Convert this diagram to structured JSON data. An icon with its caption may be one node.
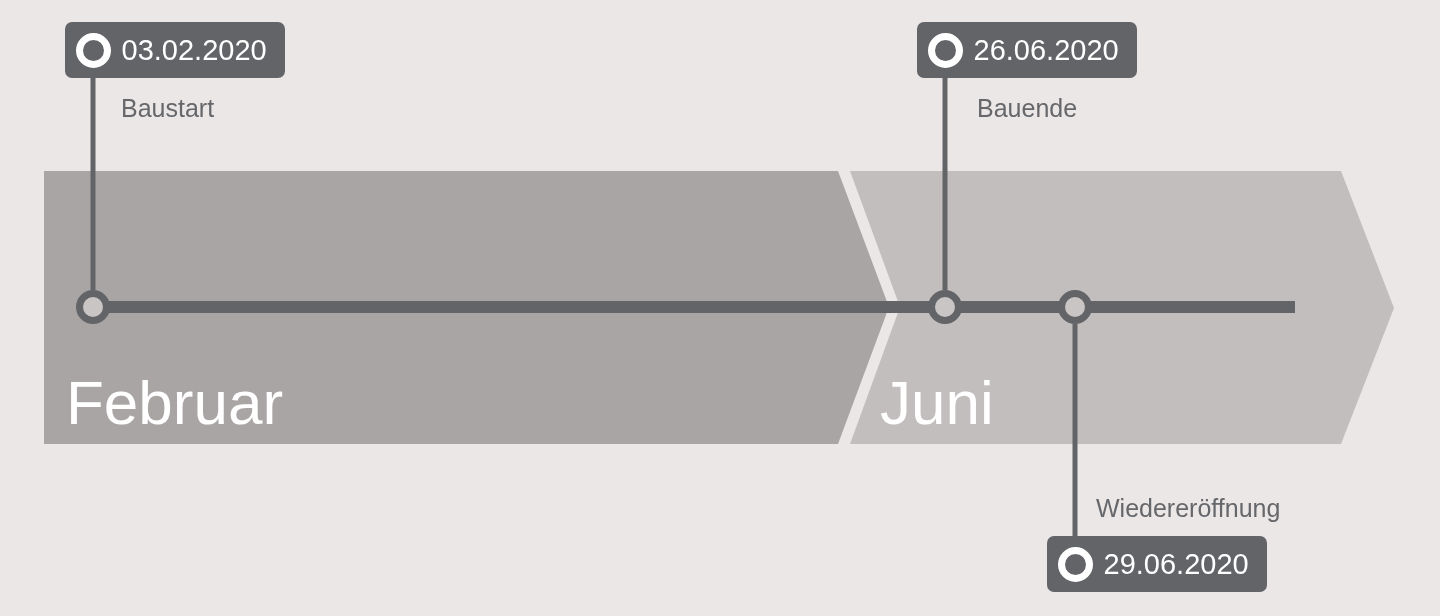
{
  "diagram": {
    "nodes": [
      {
        "text": [
          "03.02.2020"
        ],
        "beside": [
          "Baustart"
        ]
      },
      {
        "text": [
          "26.06.2020"
        ],
        "beside": [
          "Bauende"
        ]
      },
      {
        "text": [
          "Februar"
        ]
      },
      {
        "text": [],
        "shape": "circle",
        "in": 2
      },
      {
        "text": [
          "Juni"
        ]
      },
      {
        "text": [],
        "shape": "circle",
        "in": 4
      },
      {
        "text": [],
        "shape": "circle",
        "in": 4
      },
      {
        "text": [
          "29.06.2020"
        ],
        "beside": [
          "Wiedereröffnung"
        ]
      }
    ],
    "edges": [
      {
        "from": 0,
        "to": 3,
        "arrow": "none"
      },
      {
        "from": 1,
        "to": 5,
        "arrow": "none"
      },
      {
        "from": 7,
        "to": 6,
        "arrow": "none"
      }
    ]
  }
}
